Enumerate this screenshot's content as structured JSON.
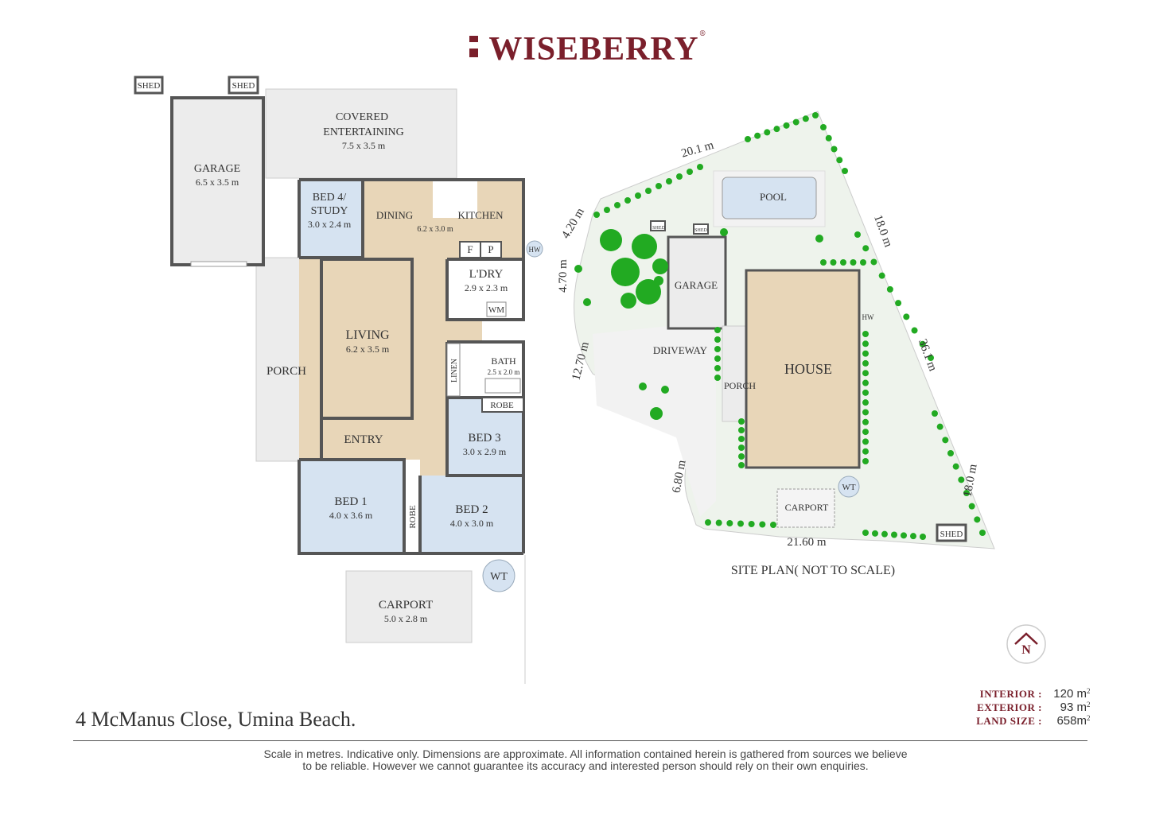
{
  "brand": {
    "name": "WISEBERRY",
    "reg": "®",
    "color": "#7a1f2b"
  },
  "floor_plan": {
    "rooms": [
      {
        "id": "garage",
        "label": "GARAGE",
        "dims": "6.5 x 3.5 m"
      },
      {
        "id": "covered-entertaining",
        "label1": "COVERED",
        "label2": "ENTERTAINING",
        "dims": "7.5 x 3.5 m"
      },
      {
        "id": "bed4",
        "label1": "BED 4/",
        "label2": "STUDY",
        "dims": "3.0 x 2.4 m"
      },
      {
        "id": "dining",
        "label": "DINING"
      },
      {
        "id": "kitchen",
        "label": "KITCHEN",
        "dims": "6.2 x 3.0 m"
      },
      {
        "id": "laundry",
        "label": "L'DRY",
        "dims": "2.9 x 2.3 m"
      },
      {
        "id": "living",
        "label": "LIVING",
        "dims": "6.2 x 3.5 m"
      },
      {
        "id": "bath",
        "label": "BATH",
        "dims": "2.5 x 2.0 m"
      },
      {
        "id": "porch",
        "label": "PORCH"
      },
      {
        "id": "entry",
        "label": "ENTRY"
      },
      {
        "id": "bed3",
        "label": "BED 3",
        "dims": "3.0 x 2.9 m"
      },
      {
        "id": "bed1",
        "label": "BED 1",
        "dims": "4.0 x 3.6 m"
      },
      {
        "id": "bed2",
        "label": "BED 2",
        "dims": "4.0 x 3.0 m"
      },
      {
        "id": "carport",
        "label": "CARPORT",
        "dims": "5.0 x 2.8 m"
      }
    ],
    "fixtures": {
      "shed": "SHED",
      "fridge": "F",
      "pantry": "P",
      "hot_water": "HW",
      "washing_machine": "WM",
      "linen": "LINEN",
      "robe": "ROBE",
      "water_tank": "WT"
    }
  },
  "site_plan": {
    "title": "SITE PLAN( NOT TO SCALE)",
    "labels": {
      "pool": "POOL",
      "garage": "GARAGE",
      "driveway": "DRIVEWAY",
      "porch": "PORCH",
      "house": "HOUSE",
      "carport": "CARPORT",
      "wt": "WT",
      "hw": "HW",
      "shed": "SHED"
    },
    "dimensions": [
      "20.1 m",
      "4.20 m",
      "4.70 m",
      "12.70 m",
      "6.80 m",
      "21.60 m",
      "18.0 m",
      "36.1 m",
      "18.0 m"
    ]
  },
  "compass": {
    "label": "N"
  },
  "address": "4 McManus Close, Umina Beach.",
  "areas": [
    {
      "label": "INTERIOR :",
      "value": "120 m",
      "sup": "2"
    },
    {
      "label": "EXTERIOR :",
      "value": "93 m",
      "sup": "2"
    },
    {
      "label": "LAND SIZE :",
      "value": "658m",
      "sup": "2"
    }
  ],
  "disclaimer": {
    "line1": "Scale in metres. Indicative only. Dimensions are approximate. All information contained herein is gathered from sources we believe",
    "line2": "to be reliable. However we cannot guarantee its accuracy and interested person should rely on their own enquiries."
  },
  "colors": {
    "wall": "#555555",
    "living": "#e8d6b8",
    "bedroom": "#d6e3f1",
    "outdoor": "#ececec",
    "tree": "#22aa22",
    "house": "#e8d6b8"
  }
}
